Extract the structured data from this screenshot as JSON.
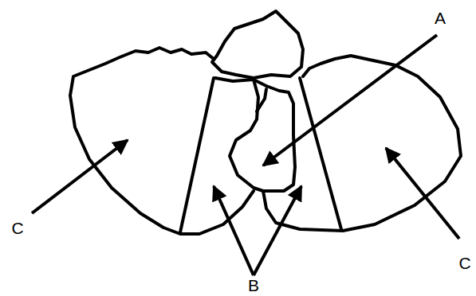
{
  "diagram": {
    "labels": [
      "A",
      "C",
      "B",
      "C"
    ]
  }
}
